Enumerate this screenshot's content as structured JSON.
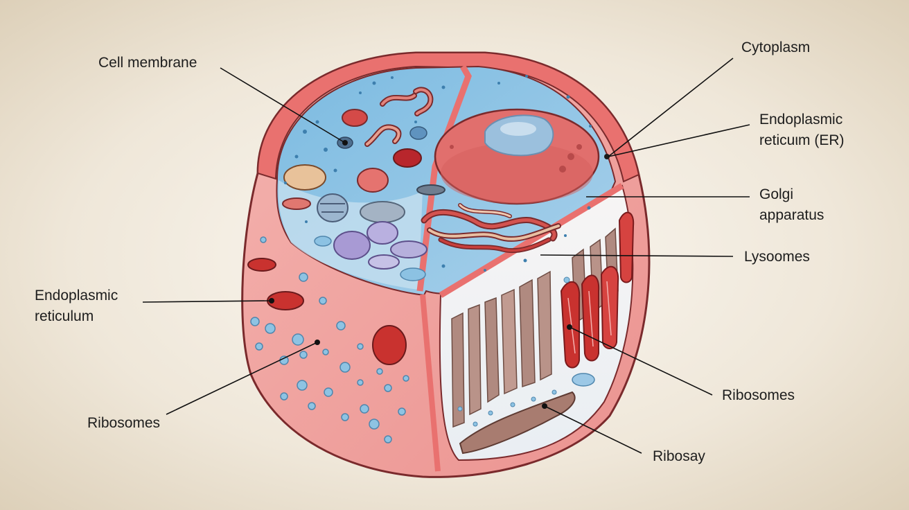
{
  "labels": {
    "cell_membrane": "Cell membrane",
    "cytoplasm": "Cytoplasm",
    "er_right": "Endoplasmic\nreticuιm (ER)",
    "golgi": "Golgi\napparatus",
    "lysosomes": "Lysoomes",
    "er_left": "Endoplasmic\nreticulum",
    "ribosomes_left": "Ribosomes",
    "ribosomes_right": "Ribosomes",
    "ribosay": "Ribosay"
  },
  "colors": {
    "membrane": "#e9716f",
    "membrane_outline": "#7a2a2c",
    "cytoplasm": "#72b3dc",
    "cell_body": "#f3aaa7",
    "nucleus": "#e16f6d",
    "nucleolus": "#9bc0dd",
    "fiber": "#b08a80",
    "leader_line": "#111111"
  }
}
